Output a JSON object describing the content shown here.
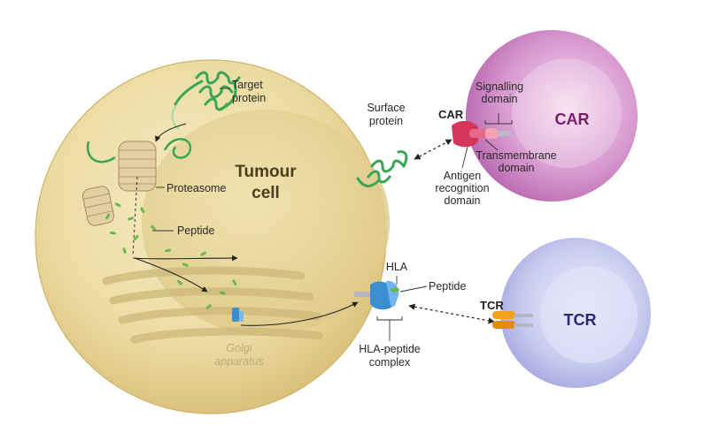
{
  "diagram": {
    "tumour_cell": {
      "line1": "Tumour",
      "line2": "cell"
    },
    "car_cell": {
      "label": "CAR"
    },
    "tcr_cell": {
      "label": "TCR"
    },
    "labels": {
      "target_protein": [
        "Target",
        "protein"
      ],
      "proteasome": "Proteasome",
      "peptide": "Peptide",
      "golgi": [
        "Golgi",
        "apparatus"
      ],
      "surface_protein": [
        "Surface",
        "protein"
      ],
      "car_receptor": "CAR",
      "signalling_domain": [
        "Signalling",
        "domain"
      ],
      "transmembrane_domain": [
        "Transmembrane",
        "domain"
      ],
      "antigen_recognition_domain": [
        "Antigen",
        "recognition",
        "domain"
      ],
      "hla": "HLA",
      "hla_peptide": "Peptide",
      "hla_peptide_complex": [
        "HLA-peptide",
        "complex"
      ],
      "tcr_receptor": "TCR"
    },
    "colors": {
      "tumour_fill": "#e8d79a",
      "car_fill": "#c77cc0",
      "tcr_fill": "#b7bde8",
      "protein_green": "#3aa655",
      "proteasome_tan": "#d9c49b",
      "car_receptor_red": "#d6365a",
      "hla_blue": "#3b8fd0",
      "tcr_orange": "#f0a21e",
      "peptide_green": "#6bb84a"
    }
  }
}
